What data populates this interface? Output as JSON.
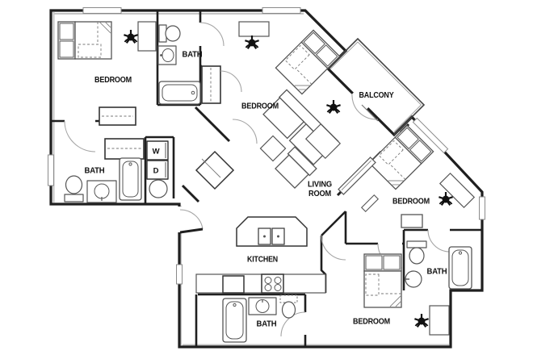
{
  "labels": {
    "bedroom_top_left": "BEDROOM",
    "bath_top": "BATH",
    "bedroom_middle": "BEDROOM",
    "balcony": "BALCONY",
    "bath_left": "BATH",
    "washer": "W",
    "dryer": "D",
    "living_room_line1": "LIVING",
    "living_room_line2": "ROOM",
    "bedroom_right": "BEDROOM",
    "kitchen": "KITCHEN",
    "bath_right": "BATH",
    "bedroom_bottom": "BEDROOM",
    "bath_bottom": "BATH"
  },
  "colors": {
    "background": "#ffffff",
    "walls": "#1f1f1f",
    "fixtures": "#555555",
    "door_arcs": "#a5a5a5",
    "wall_shadow": "#c4c4c4",
    "text": "#111111"
  }
}
